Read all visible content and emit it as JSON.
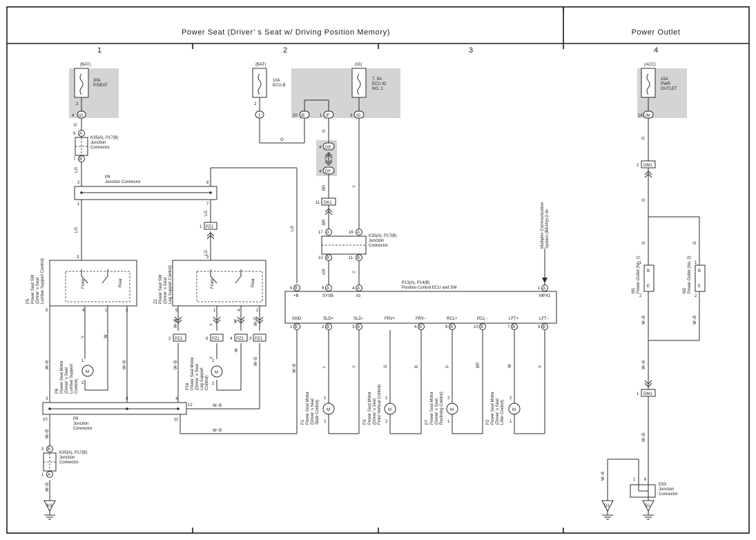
{
  "header": {
    "title_power_seat": "Power Seat (Driver’ s Seat w/ Driving Position Memory)",
    "title_power_outlet": "Power Outlet",
    "columns": [
      "1",
      "2",
      "3",
      "4"
    ]
  },
  "fuses": {
    "bat1": {
      "supply": "(BAT)",
      "line1": "30A",
      "line2": "P/SEAT",
      "line3": "",
      "pin": "4",
      "conn": "IG"
    },
    "bat2": {
      "supply": "(BAT)",
      "line1": "10A",
      "line2": "ECU-B",
      "line3": "",
      "pin": "2"
    },
    "ig": {
      "supply": "(IG)",
      "line1": "7. 5A",
      "line2": "ECU IG",
      "line3": "NO. 1"
    },
    "acc": {
      "supply": "(ACC)",
      "line1": "15A",
      "line2": "PWR",
      "line3": "OUTLET",
      "pin": "16",
      "conn": "IM"
    }
  },
  "junctions": {
    "k35_top": {
      "line1": "K35(A), P17(B)",
      "line2": "Junction",
      "line3": "Connector"
    },
    "k35_mid": {
      "line1": "K35(A), P17(B)",
      "line2": "Junction",
      "line3": "Connector"
    },
    "k35_bot": {
      "line1": "K35(A), P17(B)",
      "line2": "Junction",
      "line3": "Connector"
    },
    "p9_top": {
      "line1": "P9",
      "line2": "Junction Connector"
    },
    "p9_bot": {
      "line1": "P9",
      "line2": "Junction",
      "line3": "Connector"
    },
    "d53": {
      "line1": "D53",
      "line2": "Junction",
      "line3": "Connector"
    }
  },
  "ecu": {
    "line1": "P13(A), P14(B)",
    "line2": "Position Control ECU and SW",
    "top_pins": [
      "+B",
      "SYSB",
      "IG",
      "MPX1"
    ],
    "bottom_pins": [
      "GND",
      "SLD+",
      "SLD−",
      "FRV+",
      "FRV−",
      "RCL+",
      "RCL−",
      "LFT+",
      "LFT−"
    ],
    "mpx_label_line1": "Multiplex Communication",
    "mpx_label_line2": "System (BEAN)<2-4>"
  },
  "components": {
    "p5": {
      "code": "P5",
      "line1": "Power Seat SW",
      "line2": "(Driver’ s Seat",
      "line3": "Lumbar Support Control)",
      "front": "Front",
      "rear": "Rear"
    },
    "p6": {
      "code": "P6",
      "line1": "Power Seat Motor",
      "line2": "(Driver’ s Seat",
      "line3": "Lumbar Support",
      "line4": "Control)"
    },
    "z1": {
      "code": "Z1",
      "line1": "Power Seat SW",
      "line2": "(Driver’ s Seat",
      "line3": "Leg Support Control)",
      "front": "Front",
      "rear": "Rear"
    },
    "p16": {
      "code": "P16",
      "line1": "Power Seat Motor",
      "line2": "(Driver’ s Seat",
      "line3": "Leg Support",
      "line4": "Control)"
    },
    "p1": {
      "code": "P1",
      "line1": "Power Seat Motor",
      "line2": "(Driver’ s Seat",
      "line3": "Slide Control)"
    },
    "p3": {
      "code": "P3",
      "line1": "Power Seat Motor",
      "line2": "(Driver’ s Seat",
      "line3": "Front Vertical Control)"
    },
    "p7": {
      "code": "P7",
      "line1": "Power Seat Motor",
      "line2": "(Driver’ s Seat",
      "line3": "Reclining Control)"
    },
    "p2": {
      "code": "P2",
      "line1": "Power Seat Motor",
      "line2": "(Driver’ s Seat",
      "line3": "Lifter Control)"
    },
    "m1": {
      "code": "M1",
      "line1": "Power Outlet (No. 1)"
    },
    "m2": {
      "code": "M2",
      "line1": "Power Outlet (No. 2)"
    }
  },
  "connectors": {
    "dm1": "DM1",
    "dk1": "DK1",
    "de": "DE",
    "df": "DF",
    "pz1": "PZ1",
    "ie": "IE",
    "if": "IF",
    "ig": "IG",
    "one": "1"
  },
  "grounds": [
    "K3",
    "D1",
    "D2"
  ],
  "wires": {
    "g": "G",
    "lg": "LG",
    "o": "O",
    "y": "Y",
    "br": "BR",
    "gr": "GR",
    "r": "R",
    "wb": "W−B",
    "w": "W",
    "l": "L",
    "p": "P",
    "v": "V"
  },
  "pins": {
    "n1": "1",
    "n2": "2",
    "n3": "3",
    "n4": "4",
    "n5": "5",
    "n6": "6",
    "n7": "7",
    "n8": "8",
    "n9": "9",
    "n10": "10",
    "n11": "11",
    "n12": "12",
    "n16": "16",
    "n17": "17",
    "a": "A",
    "b": "B",
    "e": "E"
  }
}
